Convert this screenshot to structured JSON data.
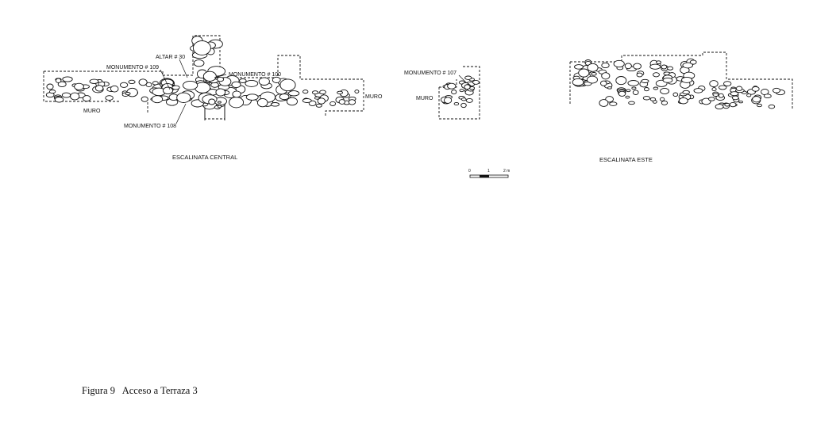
{
  "central": {
    "title": "ESCALINATA CENTRAL",
    "labels": {
      "altar30": "ALTAR # 30",
      "mon109": "MONUMENTO # 109",
      "mon100": "MONUMENTO # 100",
      "mon108": "MONUMENTO # 108",
      "muro_left": "MURO",
      "muro_right": "MURO"
    }
  },
  "middle": {
    "labels": {
      "mon107": "MONUMENTO # 107",
      "muro": "MURO"
    }
  },
  "este": {
    "title": "ESCALINATA ESTE"
  },
  "scale": {
    "ticks": [
      "0",
      "1",
      "2 m"
    ]
  },
  "caption": {
    "number": "Figura 9",
    "text": "Acceso a Terraza 3"
  }
}
